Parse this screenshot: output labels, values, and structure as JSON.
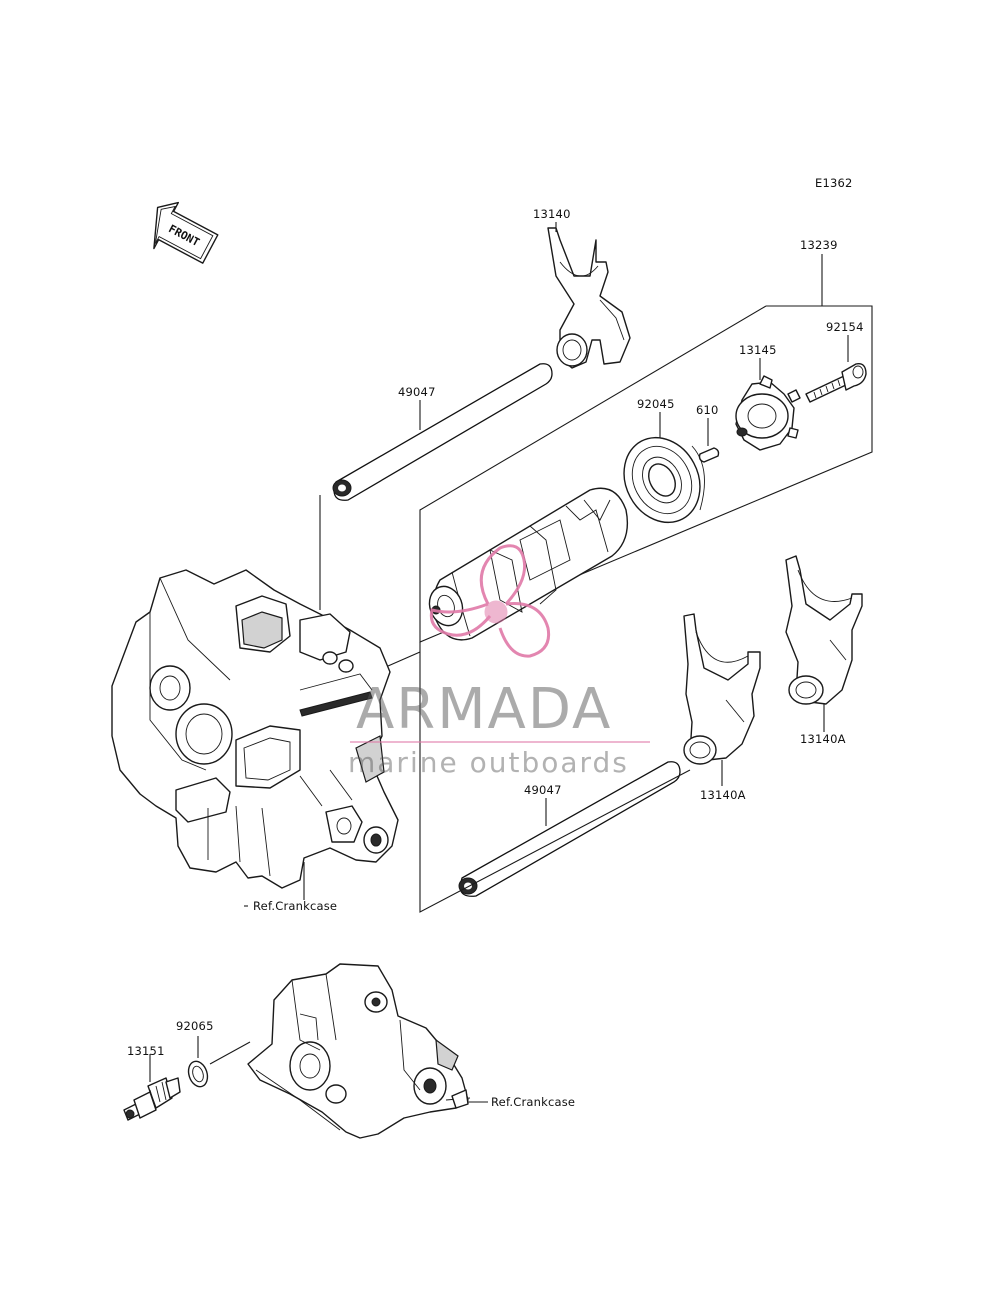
{
  "diagram": {
    "code": "E1362",
    "front_marker": "FRONT",
    "callouts": [
      {
        "id": "13140",
        "text": "13140"
      },
      {
        "id": "13239",
        "text": "13239"
      },
      {
        "id": "92154",
        "text": "92154"
      },
      {
        "id": "13145",
        "text": "13145"
      },
      {
        "id": "92045",
        "text": "92045"
      },
      {
        "id": "610",
        "text": "610"
      },
      {
        "id": "49047_top",
        "text": "49047"
      },
      {
        "id": "49047_bottom",
        "text": "49047"
      },
      {
        "id": "13140A_right",
        "text": "13140A"
      },
      {
        "id": "13140A_left",
        "text": "13140A"
      },
      {
        "id": "ref_crankcase_upper",
        "text": "Ref.Crankcase"
      },
      {
        "id": "ref_crankcase_lower",
        "text": "Ref.Crankcase"
      },
      {
        "id": "92065",
        "text": "92065"
      },
      {
        "id": "13151",
        "text": "13151"
      }
    ]
  },
  "watermark": {
    "brand": "ARMADA",
    "tagline": "marine outboards",
    "color": "#e07aa8"
  }
}
